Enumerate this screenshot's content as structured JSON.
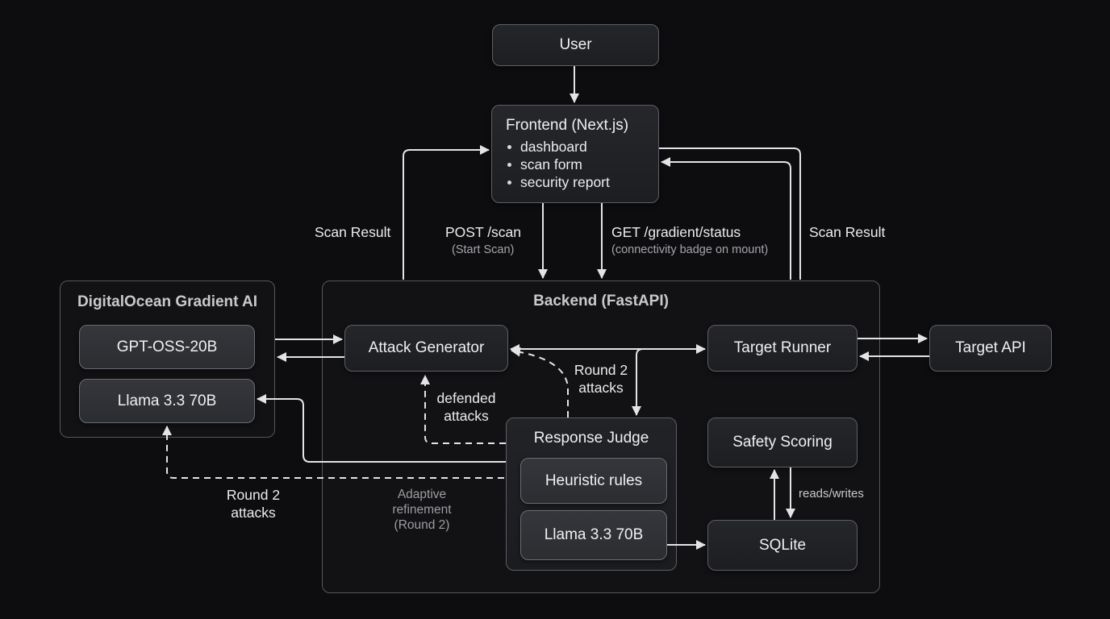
{
  "nodes": {
    "user": "User",
    "frontend": {
      "title": "Frontend (Next.js)",
      "items": [
        "dashboard",
        "scan form",
        "security report"
      ]
    },
    "backend": {
      "title": "Backend (FastAPI)"
    },
    "gradient": {
      "title": "DigitalOcean Gradient AI",
      "models": [
        "GPT-OSS-20B",
        "Llama 3.3 70B"
      ]
    },
    "attack_generator": "Attack Generator",
    "target_runner": "Target Runner",
    "target_api": "Target API",
    "response_judge": {
      "title": "Response Judge",
      "parts": [
        "Heuristic rules",
        "Llama 3.3 70B"
      ]
    },
    "safety_scoring": "Safety Scoring",
    "sqlite": "SQLite"
  },
  "edge_labels": {
    "scan_result_left": "Scan Result",
    "post_scan": "POST /scan",
    "post_scan_sub": "(Start Scan)",
    "get_status": "GET /gradient/status",
    "get_status_sub": "(connectivity badge on mount)",
    "scan_result_right": "Scan Result",
    "round2_attacks_top": [
      "Round 2",
      "attacks"
    ],
    "defended_attacks": [
      "defended",
      "attacks"
    ],
    "round2_attacks_bottom": [
      "Round 2",
      "attacks"
    ],
    "adaptive_refinement": [
      "Adaptive",
      "refinement",
      "(Round 2)"
    ],
    "reads_writes": "reads/writes"
  },
  "colors": {
    "background": "#0d0d10",
    "line": "#e4e4e6",
    "box_border": "#5d5f64",
    "text": "#f0f0f2"
  }
}
